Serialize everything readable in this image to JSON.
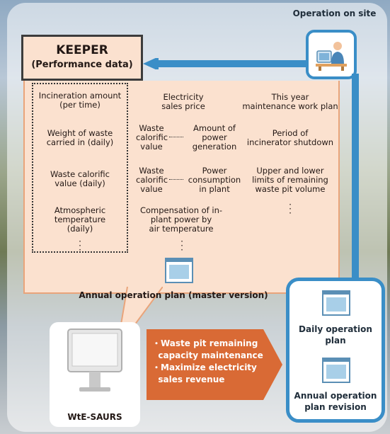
{
  "site": {
    "label": "Operation on site",
    "icon": "operator-at-computer-icon"
  },
  "keeper": {
    "title": "KEEPER",
    "subtitle": "(Performance data)"
  },
  "col1": {
    "items": [
      "Incineration amount\n(per time)",
      "Weight of waste\ncarried in (daily)",
      "Waste calorific\nvalue (daily)",
      "Atmospheric\ntemperature\n(daily)"
    ]
  },
  "col2": {
    "electricity": "Electricity\nsales price",
    "pair1_left": "Waste\ncalorific\nvalue",
    "pair1_right": "Amount of\npower\ngeneration",
    "pair2_left": "Waste\ncalorific\nvalue",
    "pair2_right": "Power\nconsumption\nin plant",
    "compensation": "Compensation of in-\nplant power by\nair temperature"
  },
  "col3": {
    "items": [
      "This year\nmaintenance work plan",
      "Period of\nincinerator shutdown",
      "Upper and lower\nlimits of remaining\nwaste pit volume"
    ]
  },
  "annual_plan": {
    "label": "Annual operation plan (master version)"
  },
  "objectives": {
    "items": [
      "・Waste pit remaining\n  capacity maintenance",
      "・Maximize electricity\n  sales revenue"
    ]
  },
  "software": {
    "label": "WtE-SAURS"
  },
  "outputs": {
    "daily": "Daily operation\nplan",
    "annual_revision": "Annual operation\nplan revision"
  },
  "colors": {
    "blue": "#3a8ec7",
    "orange": "#d96a35",
    "peach": "#fbe1cf"
  }
}
